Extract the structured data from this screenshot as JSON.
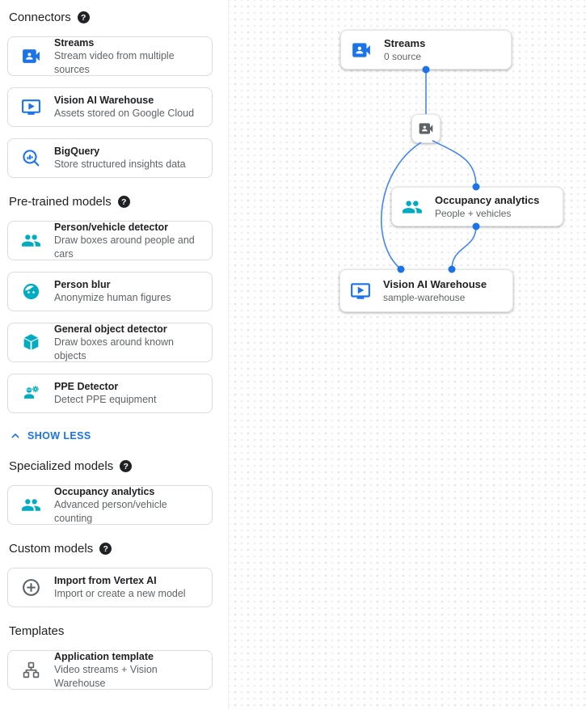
{
  "colors": {
    "blue": "#1a73e8",
    "teal": "#00acc1",
    "gray": "#5f6368",
    "edge": "#4285f4",
    "port": "#1a73e8",
    "link": "#1a73e8"
  },
  "sidebar": {
    "sections": [
      {
        "title": "Connectors",
        "has_help": true,
        "items": [
          {
            "icon": "video-camera-front-icon",
            "icon_color": "blue",
            "title": "Streams",
            "subtitle": "Stream video from multiple sources"
          },
          {
            "icon": "ondemand-video-icon",
            "icon_color": "blue",
            "title": "Vision AI Warehouse",
            "subtitle": "Assets stored on Google Cloud"
          },
          {
            "icon": "bigquery-icon",
            "icon_color": "blue",
            "title": "BigQuery",
            "subtitle": "Store structured insights data"
          }
        ]
      },
      {
        "title": "Pre-trained models",
        "has_help": true,
        "items": [
          {
            "icon": "group-icon",
            "icon_color": "teal",
            "title": "Person/vehicle detector",
            "subtitle": "Draw boxes around people and cars"
          },
          {
            "icon": "face-blur-icon",
            "icon_color": "teal",
            "title": "Person blur",
            "subtitle": "Anonymize human figures"
          },
          {
            "icon": "cube-icon",
            "icon_color": "teal",
            "title": "General object detector",
            "subtitle": "Draw boxes around known objects"
          },
          {
            "icon": "ppe-icon",
            "icon_color": "teal",
            "title": "PPE Detector",
            "subtitle": "Detect PPE equipment"
          }
        ],
        "action_link": {
          "label": "SHOW LESS",
          "icon": "chevron-up-icon"
        }
      },
      {
        "title": "Specialized models",
        "has_help": true,
        "items": [
          {
            "icon": "group-icon",
            "icon_color": "teal",
            "title": "Occupancy analytics",
            "subtitle": "Advanced person/vehicle counting"
          }
        ]
      },
      {
        "title": "Custom models",
        "has_help": true,
        "items": [
          {
            "icon": "add-circle-icon",
            "icon_color": "gray",
            "title": "Import from Vertex AI",
            "subtitle": "Import or create a new model"
          }
        ]
      },
      {
        "title": "Templates",
        "has_help": false,
        "items": [
          {
            "icon": "tree-icon",
            "icon_color": "gray",
            "title": "Application template",
            "subtitle": "Video streams + Vision Warehouse"
          }
        ]
      }
    ]
  },
  "canvas": {
    "nodes": {
      "streams": {
        "icon": "video-camera-front-icon",
        "icon_color": "blue",
        "title": "Streams",
        "subtitle": "0 source"
      },
      "camera": {
        "icon": "video-camera-front-icon",
        "icon_color": "gray"
      },
      "occupancy": {
        "icon": "group-icon",
        "icon_color": "teal",
        "title": "Occupancy analytics",
        "subtitle": "People + vehicles"
      },
      "warehouse": {
        "icon": "ondemand-video-icon",
        "icon_color": "blue",
        "title": "Vision AI Warehouse",
        "subtitle": "sample-warehouse"
      }
    }
  }
}
